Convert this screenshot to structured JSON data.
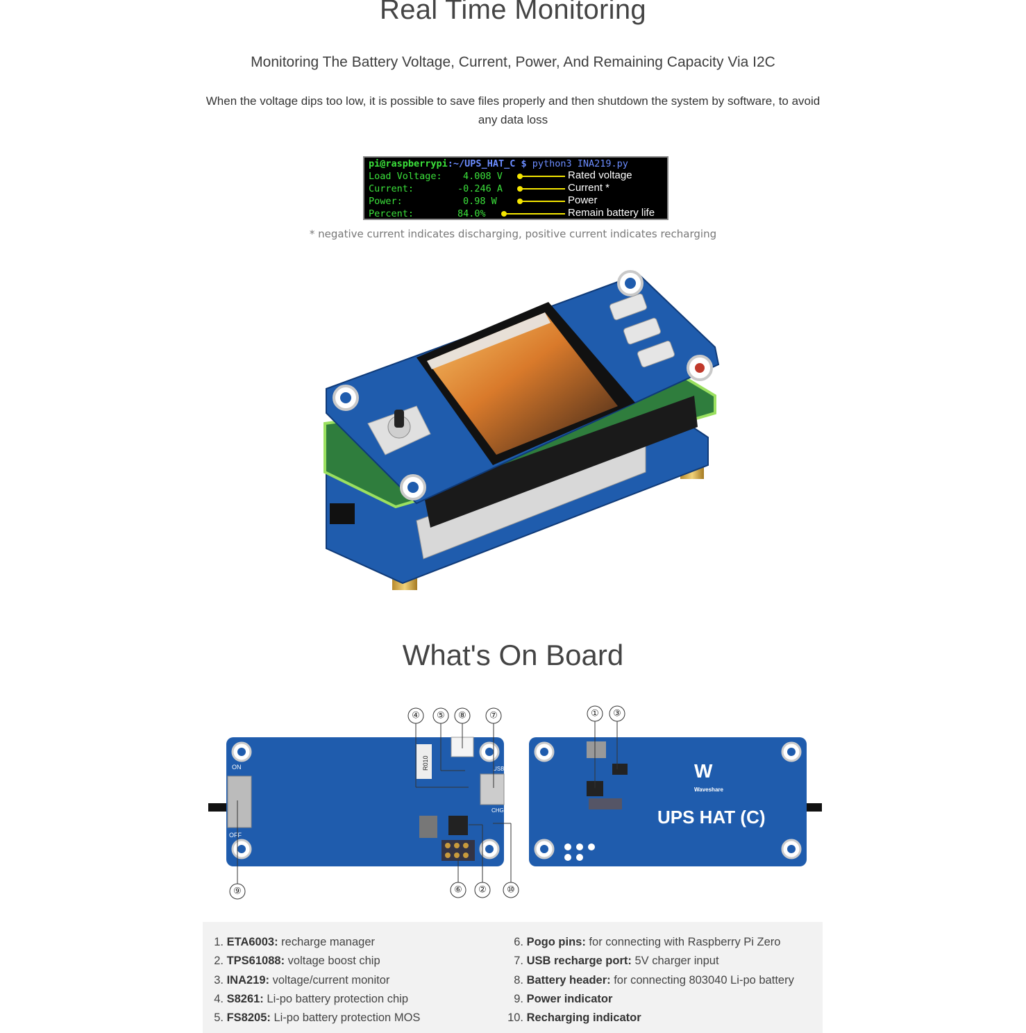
{
  "section1": {
    "title": "Real Time Monitoring",
    "subtitle": "Monitoring The Battery Voltage, Current, Power, And Remaining Capacity Via I2C",
    "description_line1": "When the voltage dips too low, it is possible to save files properly and then shutdown the system by software, to avoid",
    "description_line2": "any data loss"
  },
  "terminal": {
    "prompt_host": "pi@raspberrypi",
    "prompt_path": ":~/UPS_HAT_C $",
    "command": " python3 INA219.py",
    "rows": [
      {
        "label": "Load Voltage:",
        "value": "4.008 V",
        "annotation": "Rated voltage"
      },
      {
        "label": "Current:",
        "value": "-0.246 A",
        "annotation": "Current *"
      },
      {
        "label": "Power:",
        "value": "0.98 W",
        "annotation": "Power"
      },
      {
        "label": "Percent:",
        "value": "84.0%",
        "annotation": "Remain battery life"
      }
    ],
    "colors": {
      "text": "#3be13b",
      "path": "#6b8cff",
      "marker": "#f5e600"
    }
  },
  "note": "* negative current indicates discharging, positive current indicates recharging",
  "section2": {
    "title": "What's On Board"
  },
  "board_back": {
    "callouts": [
      "④",
      "⑤",
      "⑧",
      "⑦",
      "⑨",
      "⑥",
      "②",
      "⑩"
    ],
    "labels": {
      "on": "ON",
      "off": "OFF",
      "usb": "USB",
      "chg": "CHG",
      "resistor": "R010"
    }
  },
  "board_front": {
    "callouts": [
      "①",
      "③"
    ],
    "brand": "Waveshare",
    "product": "UPS HAT (C)"
  },
  "components": [
    {
      "num": "1.",
      "name": "ETA6003:",
      "desc": " recharge manager"
    },
    {
      "num": "2.",
      "name": "TPS61088:",
      "desc": " voltage boost chip"
    },
    {
      "num": "3.",
      "name": "INA219:",
      "desc": " voltage/current monitor"
    },
    {
      "num": "4.",
      "name": "S8261:",
      "desc": " Li-po battery protection chip"
    },
    {
      "num": "5.",
      "name": "FS8205:",
      "desc": " Li-po battery protection MOS"
    },
    {
      "num": "6.",
      "name": "Pogo pins:",
      "desc": " for connecting with Raspberry Pi Zero"
    },
    {
      "num": "7.",
      "name": "USB recharge port:",
      "desc": " 5V charger input"
    },
    {
      "num": "8.",
      "name": "Battery header:",
      "desc": " for connecting 803040 Li-po battery"
    },
    {
      "num": "9.",
      "name": "Power indicator",
      "desc": ""
    },
    {
      "num": "10.",
      "name": "Recharging indicator",
      "desc": ""
    }
  ],
  "colors": {
    "pcb_blue": "#1f5cad",
    "pcb_dark": "#174a8f",
    "panel_bg": "#f2f2f2"
  }
}
